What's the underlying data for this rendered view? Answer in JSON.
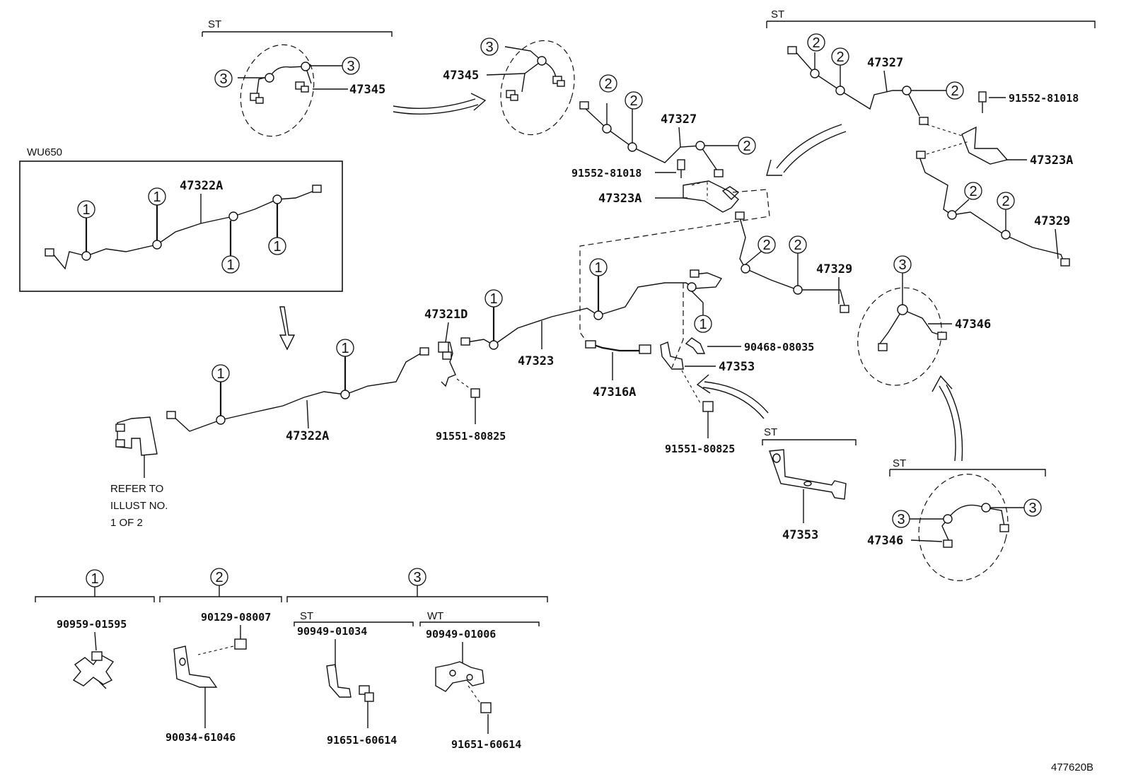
{
  "labels": {
    "st_1": "ST",
    "st_2": "ST",
    "st_3": "ST",
    "st_4": "ST",
    "st_5": "ST",
    "wt": "WT",
    "wu650": "WU650",
    "p47345_a": "47345",
    "p47345_b": "47345",
    "p47327_a": "47327",
    "p47327_b": "47327",
    "p91552_a": "91552-81018",
    "p91552_b": "91552-81018",
    "p47323A_a": "47323A",
    "p47323A_b": "47323A",
    "p47329_a": "47329",
    "p47329_b": "47329",
    "p47322A_a": "47322A",
    "p47322A_b": "47322A",
    "p47321D": "47321D",
    "p47323": "47323",
    "p91551_a": "91551-80825",
    "p91551_b": "91551-80825",
    "p47316A": "47316A",
    "p90468": "90468-08035",
    "p47353_a": "47353",
    "p47353_b": "47353",
    "p47346_a": "47346",
    "p47346_b": "47346",
    "p90959": "90959-01595",
    "p90129": "90129-08007",
    "p90034": "90034-61046",
    "p90949_a": "90949-01034",
    "p90949_b": "90949-01006",
    "p91651_a": "91651-60614",
    "p91651_b": "91651-60614",
    "refer_1": "REFER TO",
    "refer_2": "ILLUST NO.",
    "refer_3": "1 OF 2",
    "illust_code": "477620B"
  },
  "callouts": {
    "one": "1",
    "two": "2",
    "three": "3"
  }
}
